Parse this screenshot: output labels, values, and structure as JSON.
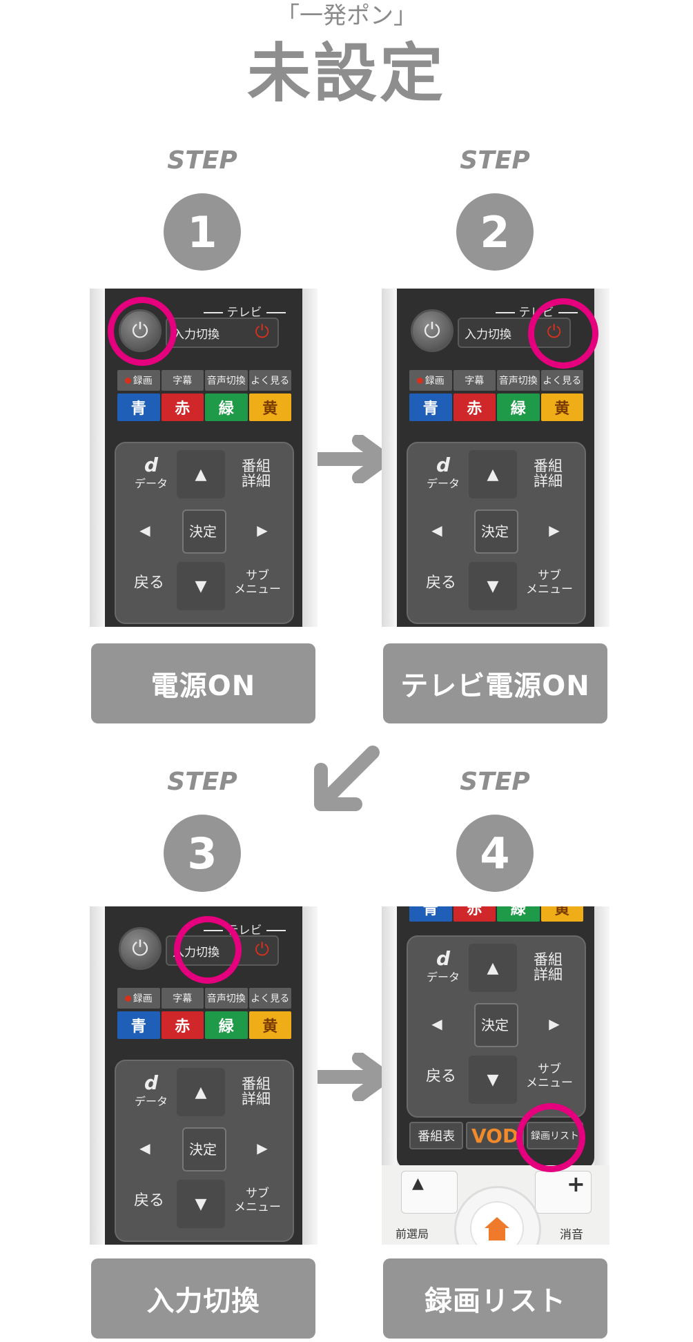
{
  "header": {
    "subtitle": "「一発ポン」",
    "title": "未設定"
  },
  "steps": [
    {
      "label": "STEP",
      "number": "1",
      "action": "電源ON"
    },
    {
      "label": "STEP",
      "number": "2",
      "action": "テレビ電源ON"
    },
    {
      "label": "STEP",
      "number": "3",
      "action": "入力切換"
    },
    {
      "label": "STEP",
      "number": "4",
      "action": "録画リスト"
    }
  ],
  "remote": {
    "tv_label": "テレビ",
    "input_switch": "入力切換",
    "power_glyph": "⏻",
    "record": "録画",
    "subtitles": "字幕",
    "audio_switch": "音声切換",
    "frequent": "よく見る",
    "blue": "青",
    "red": "赤",
    "green": "緑",
    "yellow": "黄",
    "data_d": "d",
    "data": "データ",
    "program_detail_1": "番組",
    "program_detail_2": "詳細",
    "ok": "決定",
    "back": "戻る",
    "submenu_1": "サブ",
    "submenu_2": "メニュー",
    "up": "▲",
    "down": "▼",
    "left": "◀",
    "right": "▶",
    "guide": "番組表",
    "vod": "VOD",
    "recording_list": "録画リスト",
    "channel_up": "▲",
    "volume_up": "+",
    "prev_channel": "前選局",
    "mute": "消音"
  },
  "colors": {
    "highlight": "#e5007e",
    "blue": "#1f5fb8",
    "red": "#d0282a",
    "green": "#1f9a48",
    "yellow": "#efae18",
    "vod": "#f08a2a",
    "home": "#ef7a2c",
    "gray": "#959595"
  }
}
